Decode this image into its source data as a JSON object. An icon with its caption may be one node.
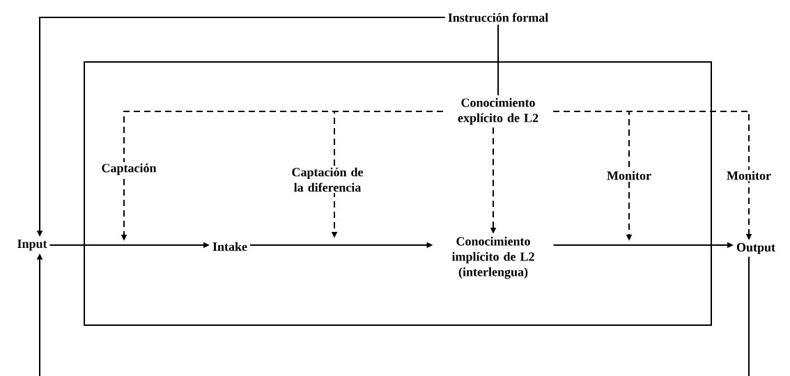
{
  "diagram": {
    "nodes": [
      {
        "text": [],
        "shape": "box"
      },
      {
        "text": [
          "Instrucción formal"
        ]
      },
      {
        "text": [
          "Input"
        ]
      },
      {
        "text": [
          "Intake"
        ],
        "in": 0
      },
      {
        "text": [
          "Conocimiento explícito de L2"
        ],
        "in": 0
      },
      {
        "text": [
          "Conocimiento implícito de L2 (interlengua)"
        ],
        "in": 0
      },
      {
        "text": [
          "Output"
        ]
      }
    ],
    "edges": [
      {
        "from": 1,
        "to": 2,
        "arrow": "to"
      },
      {
        "from": null,
        "to": 2,
        "arrow": "to"
      },
      {
        "from": 1,
        "to": 4,
        "arrow": "none"
      },
      {
        "from": 2,
        "to": 3,
        "arrow": "to"
      },
      {
        "from": 3,
        "to": 5,
        "arrow": "to"
      },
      {
        "from": 5,
        "to": 6,
        "arrow": "to"
      },
      {
        "from": 6,
        "to": null,
        "arrow": "none"
      },
      {
        "from": 4,
        "to": null,
        "arrow": "to",
        "style": "dashed",
        "label": "Captación"
      },
      {
        "from": 4,
        "to": null,
        "arrow": "to",
        "style": "dashed",
        "label": "Captación de la diferencia"
      },
      {
        "from": 4,
        "to": 5,
        "arrow": "to",
        "style": "dashed"
      },
      {
        "from": 4,
        "to": null,
        "arrow": "to",
        "style": "dashed",
        "label": "Monitor"
      },
      {
        "from": 4,
        "to": 6,
        "arrow": "to",
        "style": "dashed",
        "label": "Monitor"
      }
    ]
  }
}
